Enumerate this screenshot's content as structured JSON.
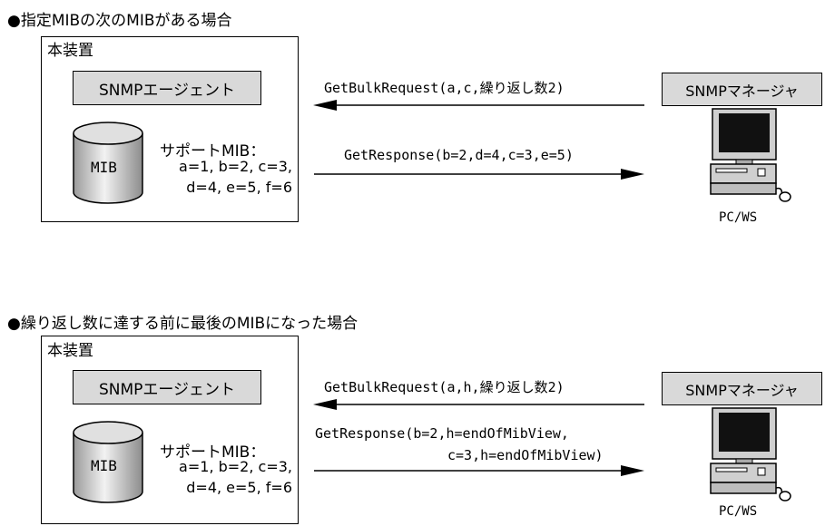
{
  "sections": [
    {
      "heading": "●指定MIBの次のMIBがある場合",
      "device_label": "本装置",
      "agent_label": "SNMPエージェント",
      "mib_label": "MIB",
      "support_label": "サポートMIB：",
      "support_values": [
        "a=1, b=2, c=3,",
        "d=4, e=5, f=6"
      ],
      "request_label": "GetBulkRequest(a,c,繰り返し数2)",
      "response_lines": [
        "GetResponse(b=2,d=4,c=3,e=5)"
      ],
      "manager_label": "SNMPマネージャ",
      "pc_label": "PC/WS"
    },
    {
      "heading": "●繰り返し数に達する前に最後のMIBになった場合",
      "device_label": "本装置",
      "agent_label": "SNMPエージェント",
      "mib_label": "MIB",
      "support_label": "サポートMIB：",
      "support_values": [
        "a=1, b=2, c=3,",
        "d=4, e=5, f=6"
      ],
      "request_label": "GetBulkRequest(a,h,繰り返し数2)",
      "response_lines": [
        "GetResponse(b=2,h=endOfMibView,",
        "c=3,h=endOfMibView)"
      ],
      "manager_label": "SNMPマネージャ",
      "pc_label": "PC/WS"
    }
  ]
}
